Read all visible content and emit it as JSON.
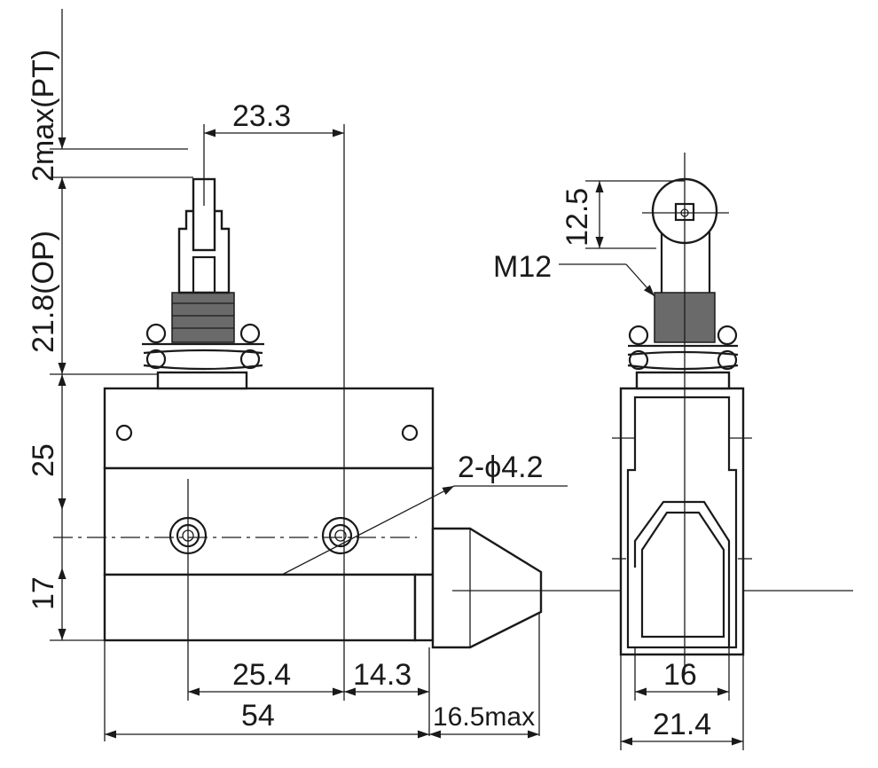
{
  "drawing": {
    "front_view": {
      "dims": {
        "pt": "2max(PT)",
        "op": "21.8(OP)",
        "height_upper": "25",
        "height_lower": "17",
        "plunger_offset": "23.3",
        "hole_spacing": "25.4",
        "hole_to_edge": "14.3",
        "body_width": "54",
        "roller_overtravel": "16.5max",
        "holes": "2-ϕ4.2"
      }
    },
    "side_view": {
      "dims": {
        "roller": "12.5",
        "thread": "M12",
        "inner_width": "16",
        "outer_width": "21.4"
      }
    }
  }
}
